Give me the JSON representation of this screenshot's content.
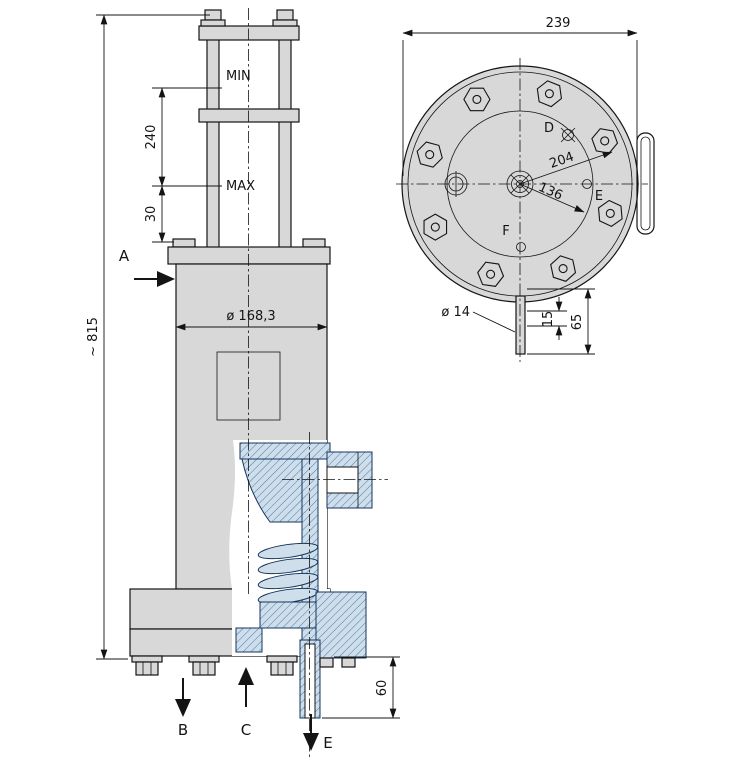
{
  "side_view": {
    "labels": {
      "min": "MIN",
      "max": "MAX"
    },
    "markers": {
      "a": "A",
      "b": "B",
      "c": "C",
      "e": "E"
    },
    "dims": {
      "overall": "~ 815",
      "d240": "240",
      "d30": "30",
      "d168": "ø 168,3",
      "d60": "60"
    }
  },
  "top_view": {
    "markers": {
      "d": "D",
      "e": "E",
      "f": "F"
    },
    "dims": {
      "d239": "239",
      "d204": "204",
      "d136": "136",
      "d14": "ø 14",
      "d15": "15",
      "d65": "65"
    }
  },
  "colors": {
    "steel": "#d8d8d8",
    "section_fill": "#cfdeeb",
    "section_hatch": "#3c6c9e",
    "line": "#141414",
    "background": "#ffffff"
  }
}
